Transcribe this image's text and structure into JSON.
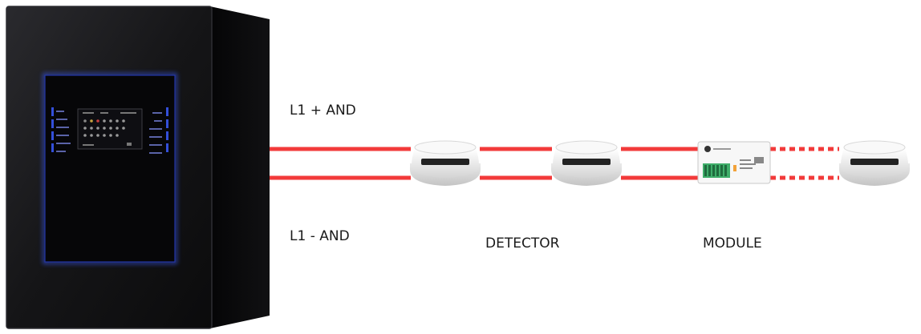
{
  "labels": {
    "line_plus": "L1 + AND",
    "line_minus": "L1 - AND",
    "detector": "DETECTOR",
    "module": "MODULE"
  },
  "colors": {
    "wire": "#f23a3a",
    "panel_face": "#141416",
    "panel_side": "#070708",
    "display_glow": "#3b5cff",
    "detector_body": "#f2f2f2",
    "module_body": "#f7f7f7",
    "terminal_green": "#3fae6a"
  },
  "icons": {
    "panel": "fire-alarm-control-panel-icon",
    "detector": "smoke-detector-icon",
    "module": "io-module-icon"
  },
  "loop": {
    "devices": [
      "detector",
      "detector",
      "module",
      "detector"
    ],
    "solid_wire_segments": 3,
    "dashed_wire_segments": 1
  }
}
